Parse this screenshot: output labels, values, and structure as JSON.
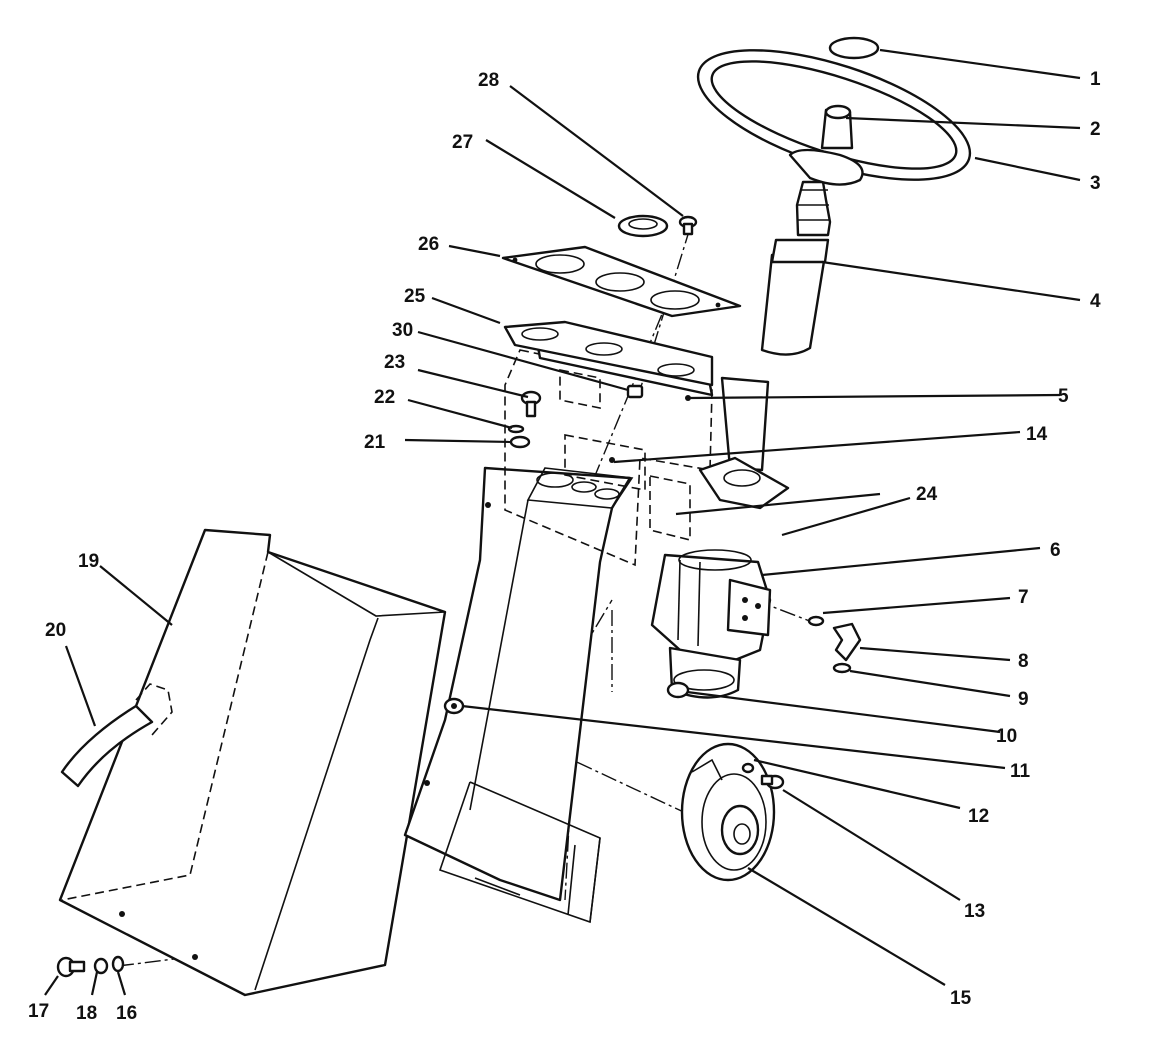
{
  "diagram": {
    "callouts": [
      {
        "id": "1",
        "label": "1"
      },
      {
        "id": "2",
        "label": "2"
      },
      {
        "id": "3",
        "label": "3"
      },
      {
        "id": "4",
        "label": "4"
      },
      {
        "id": "5",
        "label": "5"
      },
      {
        "id": "6",
        "label": "6"
      },
      {
        "id": "7",
        "label": "7"
      },
      {
        "id": "8",
        "label": "8"
      },
      {
        "id": "9",
        "label": "9"
      },
      {
        "id": "10",
        "label": "10"
      },
      {
        "id": "11",
        "label": "11"
      },
      {
        "id": "12",
        "label": "12"
      },
      {
        "id": "13",
        "label": "13"
      },
      {
        "id": "14",
        "label": "14"
      },
      {
        "id": "15",
        "label": "15"
      },
      {
        "id": "16",
        "label": "16"
      },
      {
        "id": "17",
        "label": "17"
      },
      {
        "id": "18",
        "label": "18"
      },
      {
        "id": "19",
        "label": "19"
      },
      {
        "id": "20",
        "label": "20"
      },
      {
        "id": "21",
        "label": "21"
      },
      {
        "id": "22",
        "label": "22"
      },
      {
        "id": "23",
        "label": "23"
      },
      {
        "id": "24",
        "label": "24"
      },
      {
        "id": "25",
        "label": "25"
      },
      {
        "id": "26",
        "label": "26"
      },
      {
        "id": "27",
        "label": "27"
      },
      {
        "id": "28",
        "label": "28"
      },
      {
        "id": "30",
        "label": "30"
      }
    ]
  }
}
